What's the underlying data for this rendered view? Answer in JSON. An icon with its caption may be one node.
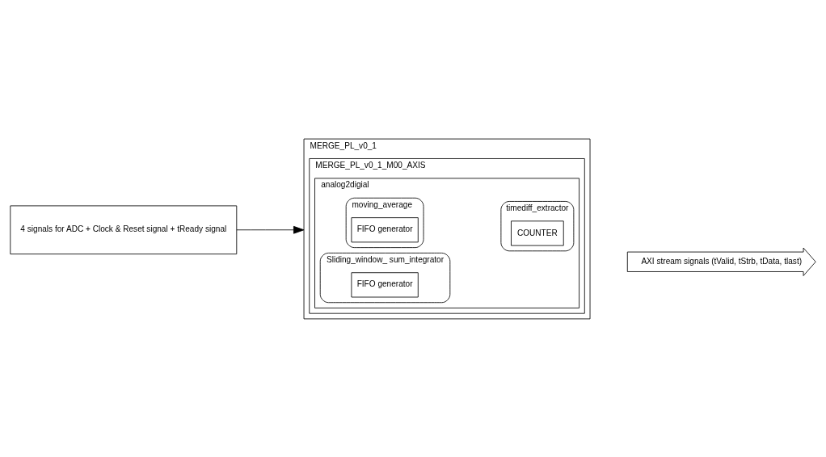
{
  "diagram": {
    "nodes": [
      {
        "text": [
          "4 signals for ADC + Clock & Reset signal + tReady signal"
        ]
      },
      {
        "text": [
          "MERGE_PL_v0_1"
        ]
      },
      {
        "text": [
          "MERGE_PL_v0_1_M00_AXIS"
        ],
        "in": 1
      },
      {
        "text": [
          "analog2digial"
        ],
        "in": 2
      },
      {
        "text": [
          "moving_average"
        ],
        "in": 3
      },
      {
        "text": [
          "FIFO generator"
        ],
        "in": 4
      },
      {
        "text": [
          "Sliding_window_ sum_integrator"
        ],
        "in": 3
      },
      {
        "text": [
          "FIFO generator"
        ],
        "in": 6
      },
      {
        "text": [
          "timediff_extractor"
        ],
        "in": 3
      },
      {
        "text": [
          "COUNTER"
        ],
        "in": 8
      },
      {
        "text": [
          "AXI stream signals (tValid, tStrb, tData, tlast)"
        ]
      }
    ],
    "edges": [
      {
        "from": 0,
        "to": 1,
        "arrow": "to"
      }
    ]
  }
}
